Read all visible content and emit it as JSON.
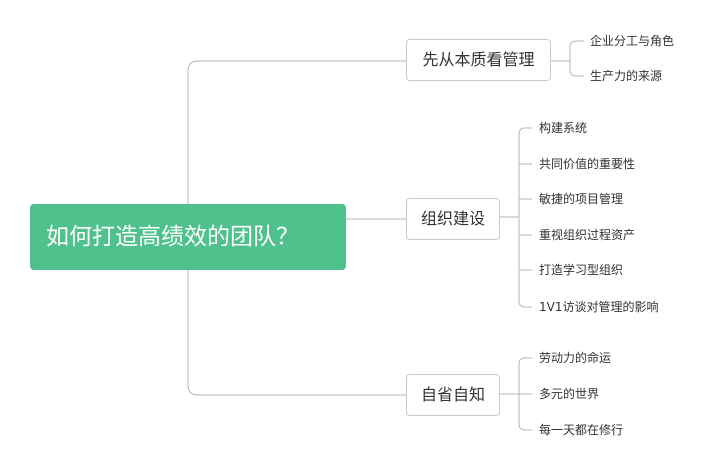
{
  "mindmap": {
    "root": {
      "label": "如何打造高绩效的团队？"
    },
    "branches": [
      {
        "label": "先从本质看管理",
        "leaves": [
          "企业分工与角色",
          "生产力的来源"
        ]
      },
      {
        "label": "组织建设",
        "leaves": [
          "构建系统",
          "共同价值的重要性",
          "敏捷的项目管理",
          "重视组织过程资产",
          "打造学习型组织",
          "1V1访谈对管理的影响"
        ]
      },
      {
        "label": "自省自知",
        "leaves": [
          "劳动力的命运",
          "多元的世界",
          "每一天都在修行"
        ]
      }
    ]
  },
  "colors": {
    "root_fill": "#4fc18c",
    "root_text": "#ffffff",
    "connector": "#b5b5b5",
    "node_border": "#c9c9c9",
    "text": "#333333"
  }
}
